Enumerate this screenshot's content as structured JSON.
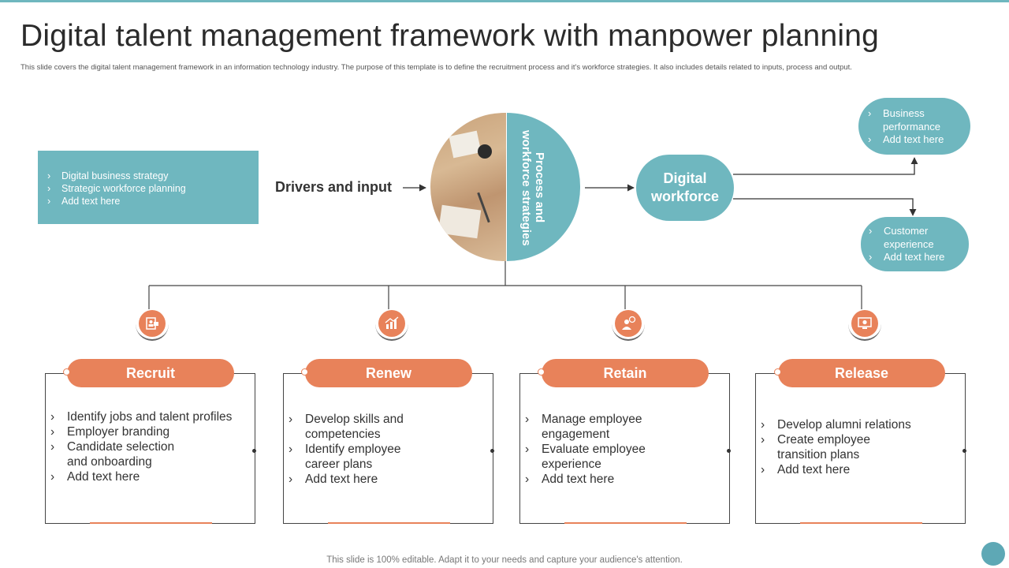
{
  "title": "Digital talent management framework with manpower planning",
  "subtitle": "This slide covers the digital talent management  framework in an information technology industry. The purpose of this template is to define the recruitment process and it's workforce strategies. It also includes details related to inputs, process and output.",
  "footer": "This slide is 100% editable. Adapt it to your needs and capture your audience's attention.",
  "colors": {
    "teal": "#6fb7bf",
    "orange": "#e8825a",
    "line": "#444444"
  },
  "inputs_box": {
    "items": [
      "Digital business strategy",
      "Strategic workforce planning",
      "Add text here"
    ]
  },
  "drivers_label": "Drivers and input",
  "center": {
    "label": "Process and workforce strategies"
  },
  "digital_workforce": {
    "label_line1": "Digital",
    "label_line2": "workforce"
  },
  "outputs": [
    {
      "items": [
        "Business performance",
        "Add text here"
      ]
    },
    {
      "items": [
        "Customer experience",
        "Add text here"
      ]
    }
  ],
  "stages": [
    {
      "title": "Recruit",
      "icon": "id-card-icon",
      "items": [
        "Identify  jobs and talent profiles",
        "Employer branding",
        "Candidate selection and onboarding",
        "Add text here"
      ]
    },
    {
      "title": "Renew",
      "icon": "growth-chart-icon",
      "items": [
        "Develop skills and competencies",
        "Identify  employee career plans",
        "Add text here"
      ]
    },
    {
      "title": "Retain",
      "icon": "employee-money-icon",
      "items": [
        "Manage employee engagement",
        "Evaluate employee experience",
        "Add text here"
      ]
    },
    {
      "title": "Release",
      "icon": "monitor-gear-icon",
      "items": [
        "Develop alumni relations",
        "Create employee transition plans",
        "Add text here"
      ]
    }
  ]
}
